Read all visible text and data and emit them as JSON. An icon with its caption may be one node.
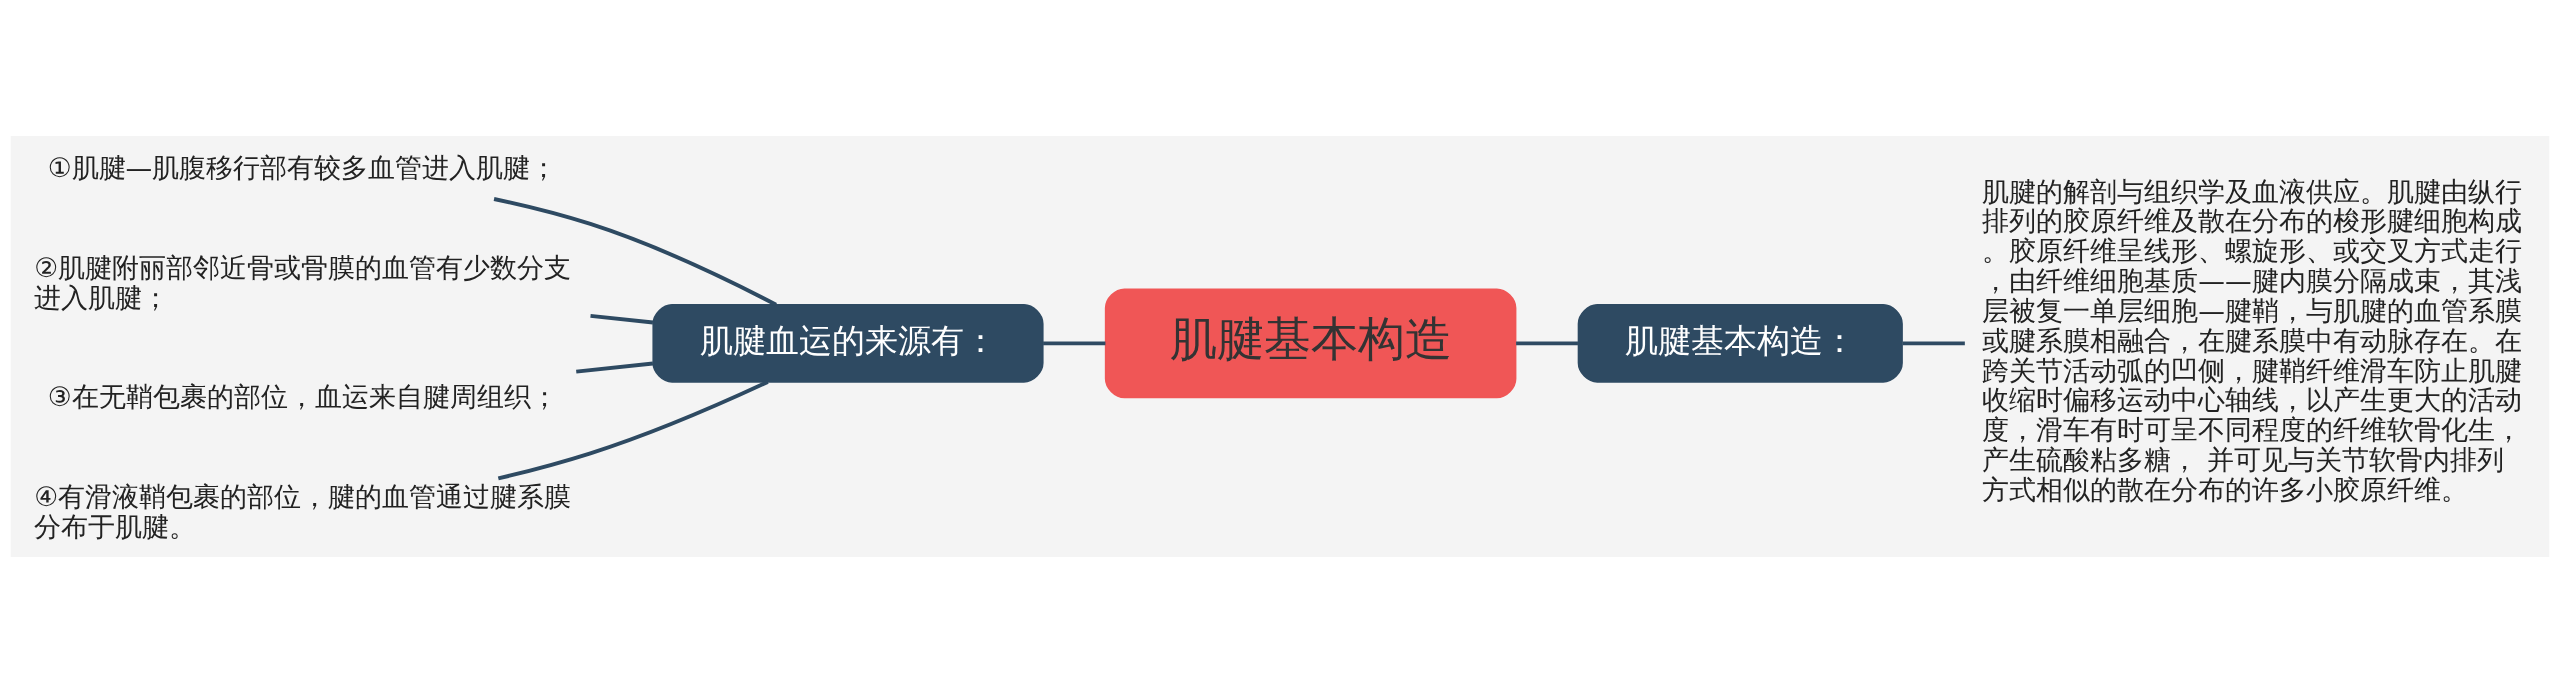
{
  "diagram": {
    "nodes": [
      {
        "text": [
          "肌腱基本构造"
        ]
      },
      {
        "text": [
          "肌腱血运的来源有："
        ]
      },
      {
        "text": [
          "①肌腱—肌腹移行部有较多血管进入肌腱；"
        ]
      },
      {
        "text": [
          "②肌腱附丽部邻近骨或骨膜的血管有少数分支进入肌腱；"
        ]
      },
      {
        "text": [
          "③在无鞘包裹的部位，血运来自腱周组织；"
        ]
      },
      {
        "text": [
          "④有滑液鞘包裹的部位，腱的血管通过腱系膜分布于肌腱。"
        ]
      },
      {
        "text": [
          "肌腱基本构造："
        ]
      },
      {
        "text": [
          "肌腱的解剖与组织学及血液供应。肌腱由纵行排列的胶原纤维及散在分布的梭形腱细胞构成。胶原纤维呈线形、螺旋形、或交叉方式走行，由纤维细胞基质——腱内膜分隔成束，其浅层被复一单层细胞—腱鞘，与肌腱的血管系膜或腱系膜相融合，在腱系膜中有动脉存在。在跨关节活动弧的凹侧，腱鞘纤维滑车防止肌腱收缩时偏移运动中心轴线，以产生更大的活动度，滑车有时可呈不同程度的纤维软骨化生，产生硫酸粘多糖， 并可见与关节软骨内排列方式相似的散在分布的许多小胶原纤维。"
        ]
      }
    ],
    "edges": [
      {
        "from": 2,
        "to": 1,
        "arrow": "none"
      },
      {
        "from": 3,
        "to": 1,
        "arrow": "none"
      },
      {
        "from": 4,
        "to": 1,
        "arrow": "none"
      },
      {
        "from": 5,
        "to": 1,
        "arrow": "none"
      },
      {
        "from": 1,
        "to": 0,
        "arrow": "none"
      },
      {
        "from": 0,
        "to": 6,
        "arrow": "none"
      },
      {
        "from": 6,
        "to": 7,
        "arrow": "none"
      }
    ]
  }
}
